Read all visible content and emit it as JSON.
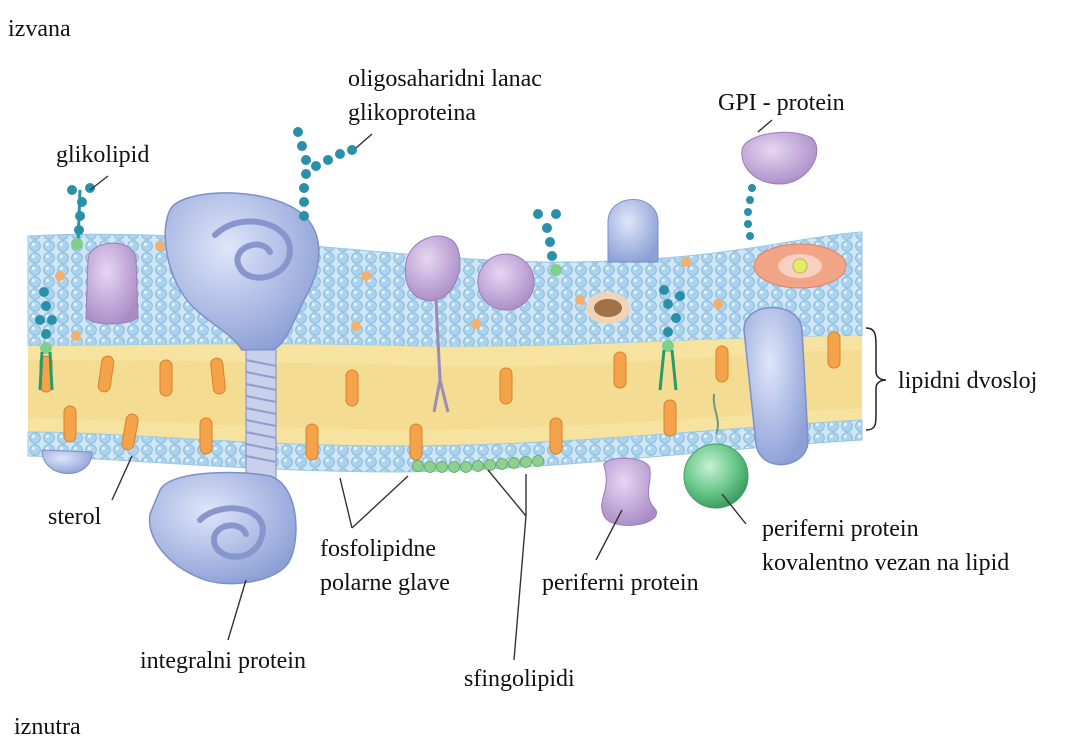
{
  "labels": {
    "outside": "izvana",
    "inside": "iznutra",
    "oligosaccharide_line1": "oligosaharidni lanac",
    "oligosaccharide_line2": "glikoproteina",
    "gpi_protein": "GPI - protein",
    "glycolipid": "glikolipid",
    "lipid_bilayer": "lipidni dvosloj",
    "sterol": "sterol",
    "phospholipid_line1": "fosfolipidne",
    "phospholipid_line2": "polarne glave",
    "peripheral_protein": "periferni protein",
    "peripheral_covalent_line1": "periferni protein",
    "peripheral_covalent_line2": "kovalentno vezan na lipid",
    "integral_protein": "integralni protein",
    "sphingolipids": "sfingolipidi"
  },
  "colors": {
    "head_blue": "#a9d3ee",
    "head_outline": "#8fb8d6",
    "tail_yellow": "#f6e3a0",
    "sterol_orange": "#f5a34a",
    "protein_blue": "#b7c3e8",
    "protein_purple": "#c4a8d8",
    "sugar_teal": "#2a8fa8",
    "peripheral_green": "#6cc98c"
  }
}
